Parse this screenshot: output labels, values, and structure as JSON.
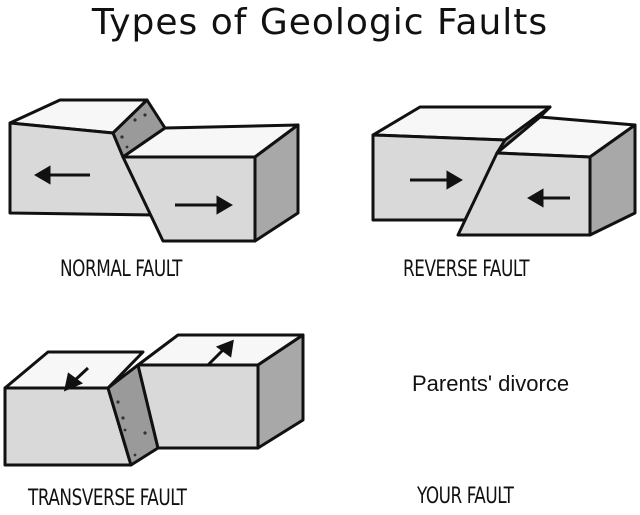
{
  "title": "Types of Geologic Faults",
  "panels": [
    {
      "id": "normal",
      "caption": "NORMAL FAULT",
      "arrows": [
        "left",
        "right"
      ]
    },
    {
      "id": "reverse",
      "caption": "REVERSE FAULT",
      "arrows": [
        "right",
        "left"
      ]
    },
    {
      "id": "transverse",
      "caption": "TRANSVERSE FAULT",
      "arrows": [
        "down-left",
        "up-right"
      ]
    },
    {
      "id": "your",
      "caption": "YOUR FAULT",
      "label": "Parents' divorce"
    }
  ],
  "colors": {
    "face": "#d9d9d9",
    "top": "#f7f7f7",
    "side": "#a8a8a8",
    "fault": "#9a9a9a",
    "stroke": "#111111"
  }
}
